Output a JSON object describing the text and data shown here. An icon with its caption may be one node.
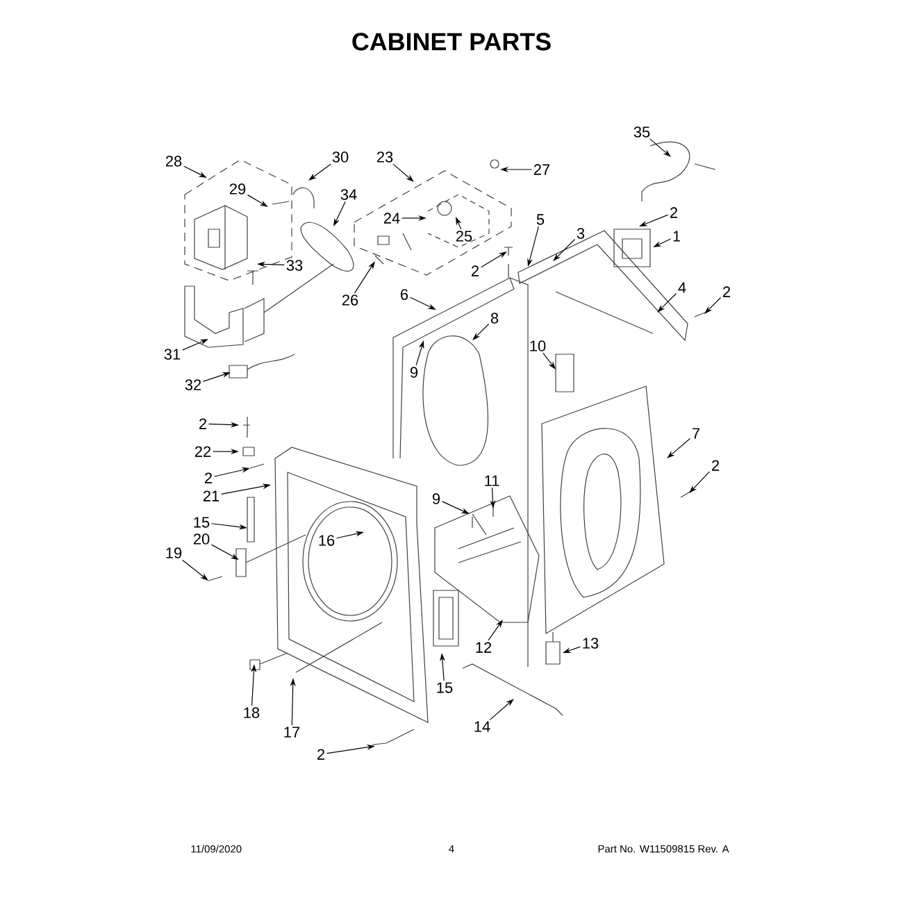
{
  "diagram": {
    "title": "CABINET PARTS",
    "nodes": [
      {
        "text": [
          "28"
        ]
      },
      {
        "text": [
          "29"
        ]
      },
      {
        "text": [
          "30"
        ]
      },
      {
        "text": [
          "34"
        ]
      },
      {
        "text": [
          "33"
        ]
      },
      {
        "text": [
          "23"
        ]
      },
      {
        "text": [
          "27"
        ]
      },
      {
        "text": [
          "24"
        ]
      },
      {
        "text": [
          "25"
        ]
      },
      {
        "text": [
          "2"
        ]
      },
      {
        "text": [
          "26"
        ]
      },
      {
        "text": [
          "5"
        ]
      },
      {
        "text": [
          "3"
        ]
      },
      {
        "text": [
          "35"
        ]
      },
      {
        "text": [
          "2"
        ]
      },
      {
        "text": [
          "1"
        ]
      },
      {
        "text": [
          "4"
        ]
      },
      {
        "text": [
          "2"
        ]
      },
      {
        "text": [
          "6"
        ]
      },
      {
        "text": [
          "8"
        ]
      },
      {
        "text": [
          "9"
        ]
      },
      {
        "text": [
          "10"
        ]
      },
      {
        "text": [
          "31"
        ]
      },
      {
        "text": [
          "32"
        ]
      },
      {
        "text": [
          "2"
        ]
      },
      {
        "text": [
          "22"
        ]
      },
      {
        "text": [
          "2"
        ]
      },
      {
        "text": [
          "21"
        ]
      },
      {
        "text": [
          "7"
        ]
      },
      {
        "text": [
          "2"
        ]
      },
      {
        "text": [
          "9"
        ]
      },
      {
        "text": [
          "11"
        ]
      },
      {
        "text": [
          "15"
        ]
      },
      {
        "text": [
          "16"
        ]
      },
      {
        "text": [
          "20"
        ]
      },
      {
        "text": [
          "19"
        ]
      },
      {
        "text": [
          "12"
        ]
      },
      {
        "text": [
          "13"
        ]
      },
      {
        "text": [
          "15"
        ]
      },
      {
        "text": [
          "18"
        ]
      },
      {
        "text": [
          "17"
        ]
      },
      {
        "text": [
          "14"
        ]
      },
      {
        "text": [
          "2"
        ]
      }
    ],
    "edges": [
      {
        "from": 0,
        "to": null,
        "arrow": "to"
      },
      {
        "from": 1,
        "to": null,
        "arrow": "to"
      },
      {
        "from": 2,
        "to": null,
        "arrow": "to"
      },
      {
        "from": 3,
        "to": null,
        "arrow": "to"
      },
      {
        "from": 4,
        "to": null,
        "arrow": "to"
      },
      {
        "from": 5,
        "to": null,
        "arrow": "to"
      },
      {
        "from": 6,
        "to": null,
        "arrow": "to"
      },
      {
        "from": 7,
        "to": null,
        "arrow": "to"
      },
      {
        "from": 8,
        "to": null,
        "arrow": "to"
      },
      {
        "from": 9,
        "to": null,
        "arrow": "to"
      },
      {
        "from": 10,
        "to": null,
        "arrow": "to"
      },
      {
        "from": 11,
        "to": null,
        "arrow": "to"
      },
      {
        "from": 12,
        "to": null,
        "arrow": "to"
      },
      {
        "from": 13,
        "to": null,
        "arrow": "to"
      },
      {
        "from": 14,
        "to": null,
        "arrow": "to"
      },
      {
        "from": 15,
        "to": null,
        "arrow": "to"
      },
      {
        "from": 16,
        "to": null,
        "arrow": "to"
      },
      {
        "from": 17,
        "to": null,
        "arrow": "to"
      },
      {
        "from": 18,
        "to": null,
        "arrow": "to"
      },
      {
        "from": 19,
        "to": null,
        "arrow": "to"
      },
      {
        "from": 20,
        "to": null,
        "arrow": "to"
      },
      {
        "from": 21,
        "to": null,
        "arrow": "to"
      },
      {
        "from": 22,
        "to": null,
        "arrow": "to"
      },
      {
        "from": 23,
        "to": null,
        "arrow": "to"
      },
      {
        "from": 24,
        "to": null,
        "arrow": "to"
      },
      {
        "from": 25,
        "to": null,
        "arrow": "to"
      },
      {
        "from": 26,
        "to": null,
        "arrow": "to"
      },
      {
        "from": 27,
        "to": null,
        "arrow": "to"
      },
      {
        "from": 28,
        "to": null,
        "arrow": "to"
      },
      {
        "from": 29,
        "to": null,
        "arrow": "to"
      },
      {
        "from": 30,
        "to": null,
        "arrow": "to"
      },
      {
        "from": 31,
        "to": null,
        "arrow": "to"
      },
      {
        "from": 32,
        "to": null,
        "arrow": "to"
      },
      {
        "from": 33,
        "to": null,
        "arrow": "to"
      },
      {
        "from": 34,
        "to": null,
        "arrow": "to"
      },
      {
        "from": 35,
        "to": null,
        "arrow": "to"
      },
      {
        "from": 36,
        "to": null,
        "arrow": "to"
      },
      {
        "from": 37,
        "to": null,
        "arrow": "to"
      },
      {
        "from": 38,
        "to": null,
        "arrow": "to"
      },
      {
        "from": 39,
        "to": null,
        "arrow": "to"
      },
      {
        "from": 40,
        "to": null,
        "arrow": "to"
      },
      {
        "from": 41,
        "to": null,
        "arrow": "to"
      },
      {
        "from": 42,
        "to": null,
        "arrow": "to"
      }
    ],
    "labels": [
      "11/09/2020",
      "4",
      "Part No. W11509815  Rev. A"
    ]
  }
}
